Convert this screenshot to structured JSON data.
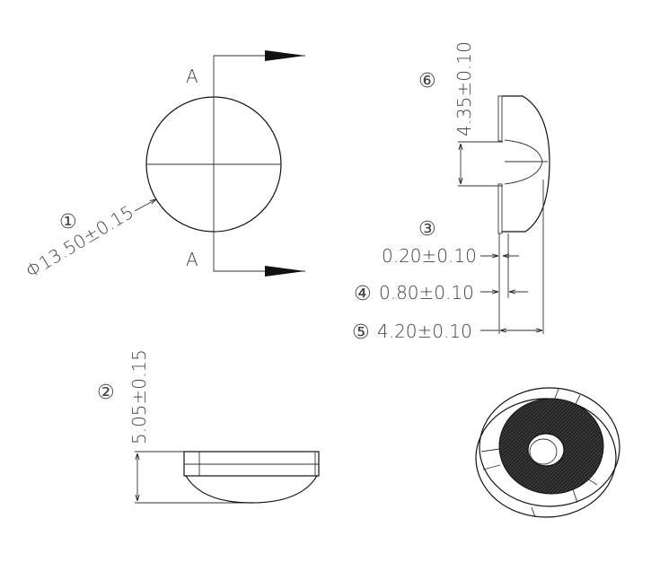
{
  "top_view": {
    "section_label_top": "A",
    "section_label_bottom": "A",
    "callout": "①",
    "diameter": "Φ13.50±0.15"
  },
  "side_view": {
    "callout_height": "②",
    "height": "5.05±0.15"
  },
  "section_view": {
    "callout_6": "⑥",
    "dim_6": "4.35±0.10",
    "callout_3": "③",
    "dim_3": "0.20±0.10",
    "callout_4": "④",
    "dim_4": "0.80±0.10",
    "callout_5": "⑤",
    "dim_5": "4.20±0.10"
  },
  "iso_view": {
    "mesh_color": "#2a2a2a"
  }
}
